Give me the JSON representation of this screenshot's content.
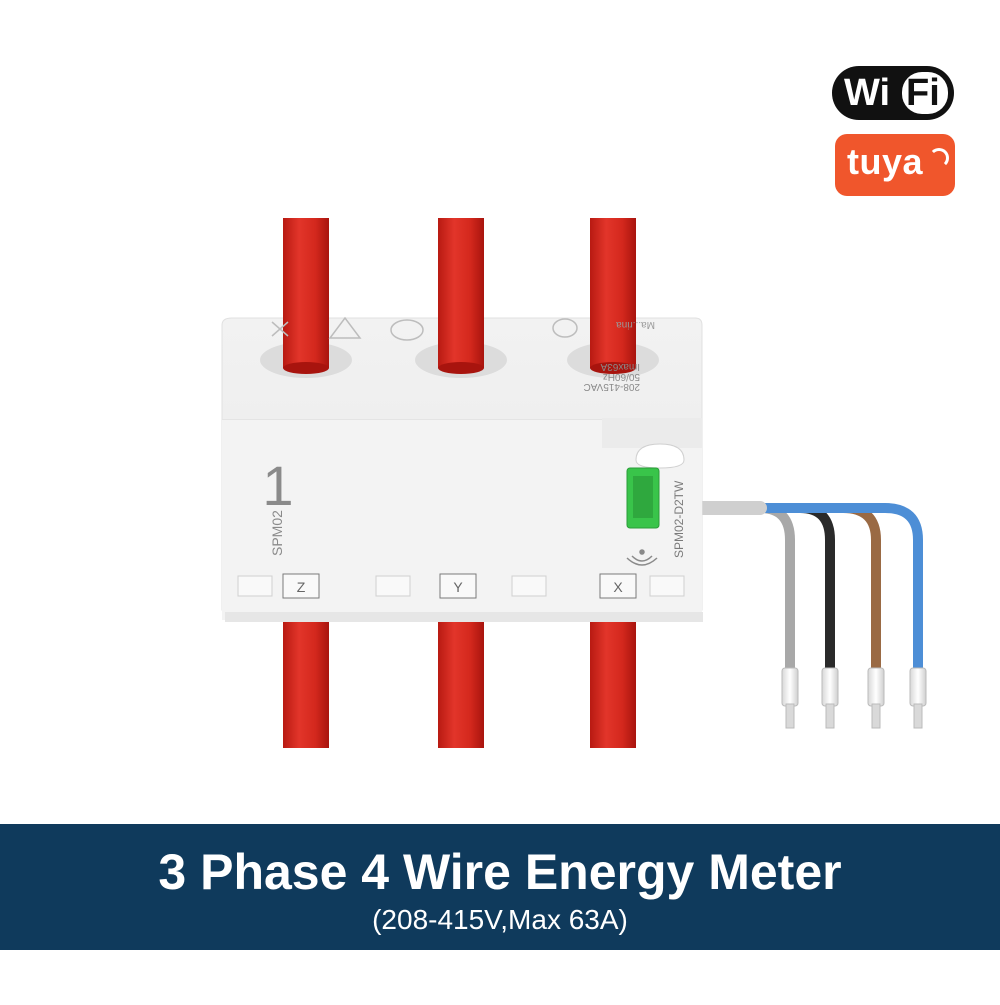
{
  "badges": {
    "wifi_left": "Wi",
    "wifi_right": "Fi",
    "tuya": "tuya"
  },
  "device": {
    "model_side": "SPM02",
    "model_front": "SPM02-D2TW",
    "rating_voltage": "208-415VAC",
    "rating_freq": "50/60Hz",
    "rating_current": "Imax63A",
    "channel_mark": "1",
    "terminals": [
      "Z",
      "Y",
      "X"
    ],
    "brand_mark": "Ma...rina"
  },
  "footer": {
    "title": "3 Phase 4 Wire Energy Meter",
    "subtitle": "(208-415V,Max 63A)"
  },
  "colors": {
    "cable_red": "#d8281e",
    "footer_bg": "#0f3a5c",
    "tuya_orange": "#f0562c",
    "wire_grey": "#a8a8a8",
    "wire_black": "#2a2a2a",
    "wire_brown": "#9a6a44",
    "wire_blue": "#4d8ed6",
    "connector_green": "#39c44a"
  }
}
